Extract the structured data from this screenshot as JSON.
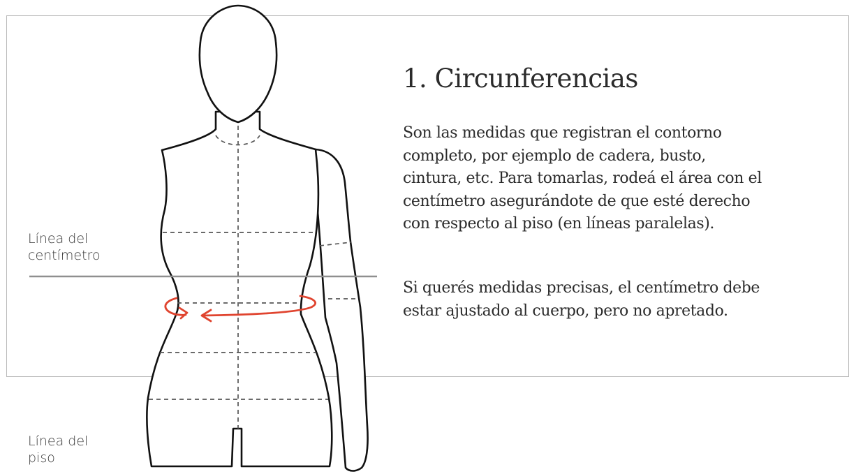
{
  "labels": {
    "tape_line": [
      "Línea del",
      "centímetro"
    ],
    "floor_line": [
      "Línea del",
      "piso"
    ]
  },
  "content": {
    "title": "1. Circunferencias",
    "paragraph_1": [
      "Son las medidas que registran el contorno",
      "completo, por ejemplo de cadera, busto,",
      "cintura, etc. Para tomarlas, rodeá el área con el",
      "centímetro asegurándote de que esté derecho",
      "con respecto al piso (en líneas paralelas)."
    ],
    "paragraph_2": [
      "Si querés medidas precisas, el centímetro debe",
      "estar ajustado al cuerpo, pero no apretado."
    ]
  },
  "colors": {
    "outline": "#111111",
    "dashed": "#555555",
    "tape_line": "#8f8f8f",
    "frame": "#b9b9b9",
    "arrow": "#e0442f"
  }
}
